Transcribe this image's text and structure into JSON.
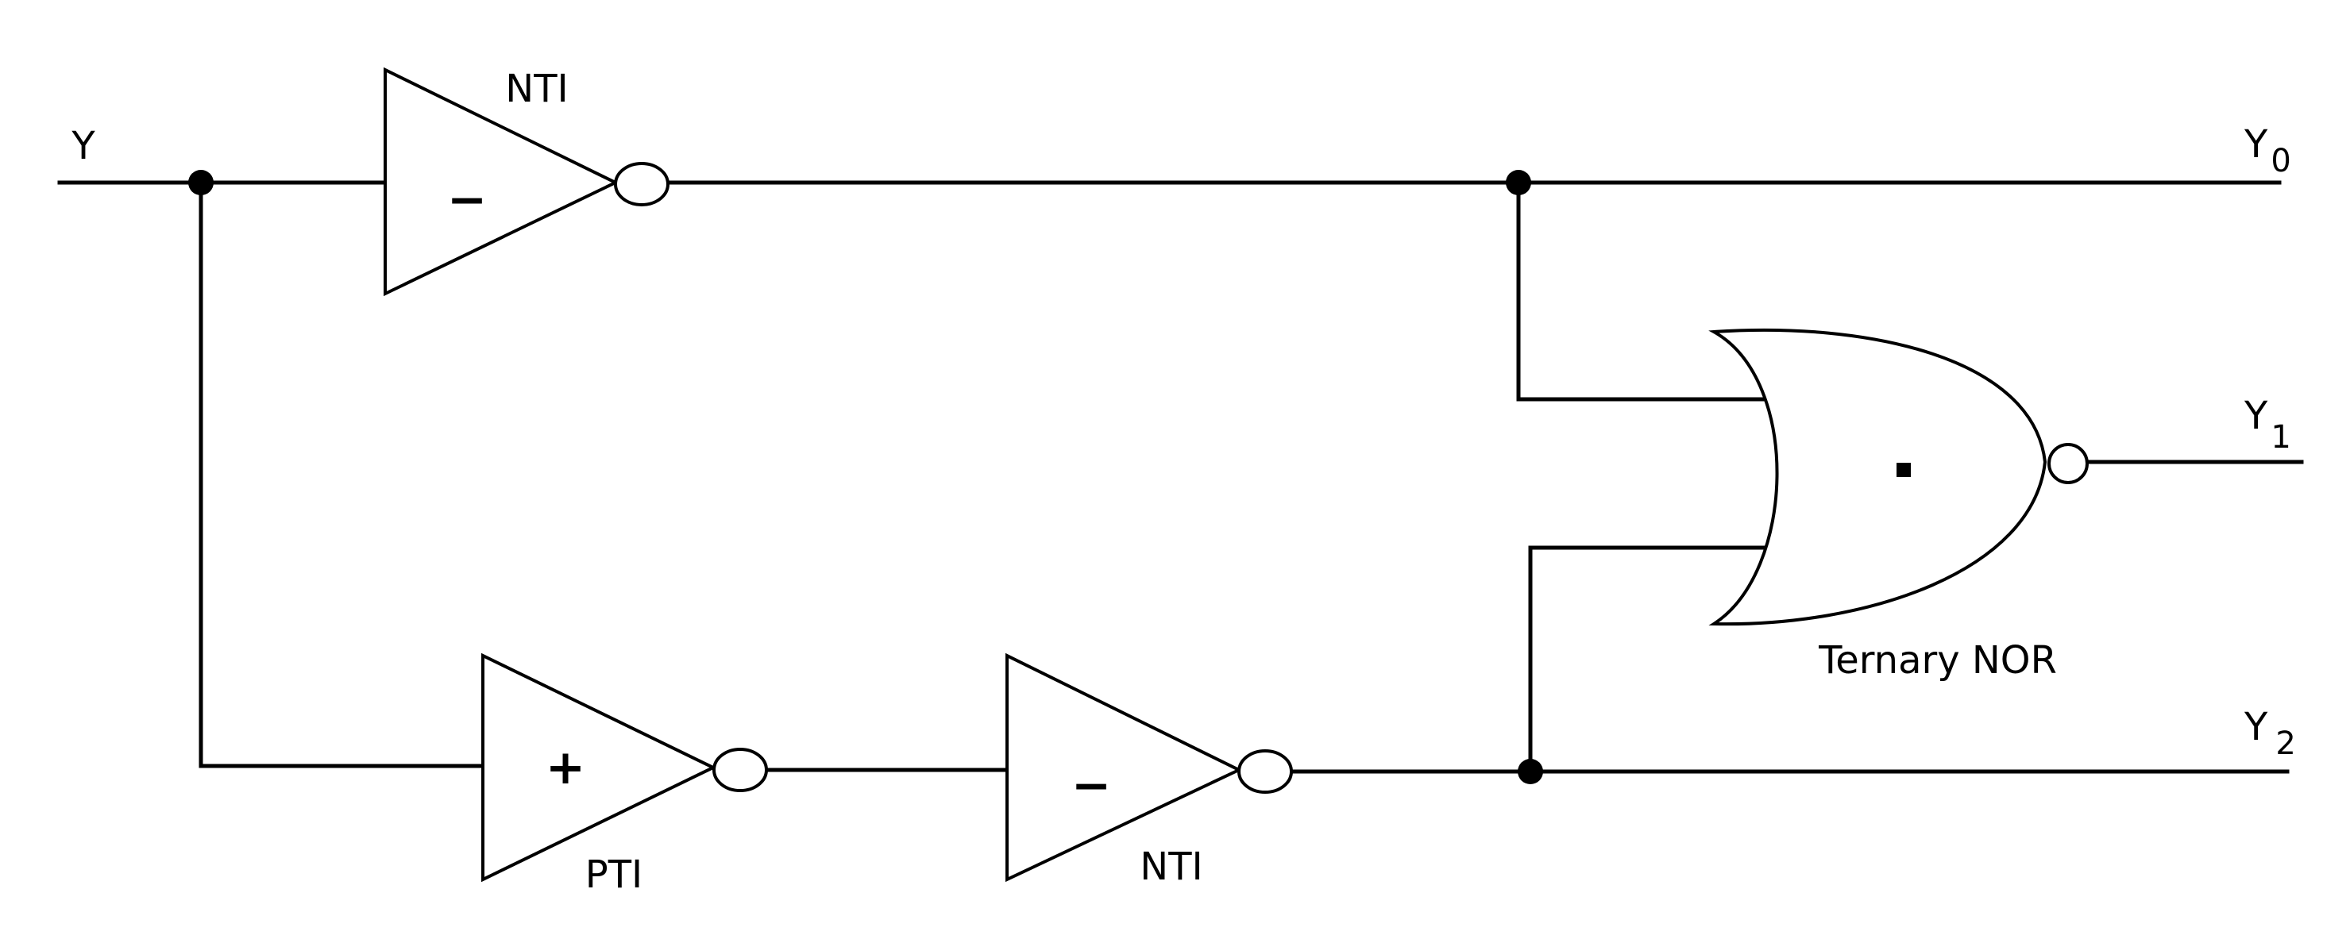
{
  "input": {
    "label": "Y"
  },
  "outputs": [
    {
      "base": "Y",
      "sub": "0"
    },
    {
      "base": "Y",
      "sub": "1"
    },
    {
      "base": "Y",
      "sub": "2"
    }
  ],
  "gates": {
    "nti_top": {
      "label": "NTI",
      "symbol": "−"
    },
    "pti": {
      "label": "PTI",
      "symbol": "+"
    },
    "nti_bottom": {
      "label": "NTI",
      "symbol": "−"
    },
    "nor": {
      "label": "Ternary NOR",
      "symbol": "·"
    }
  },
  "colors": {
    "stroke": "#000000",
    "background": "#ffffff"
  }
}
